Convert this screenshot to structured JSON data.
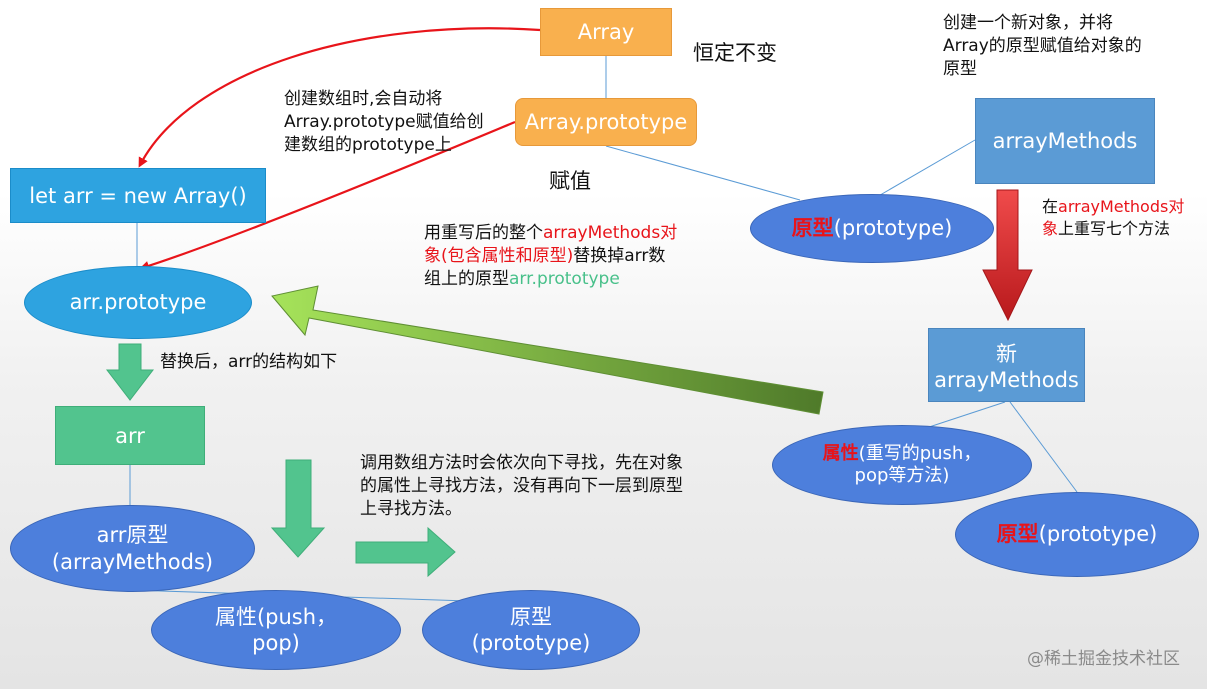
{
  "nodes": {
    "array": "Array",
    "array_prototype": "Array.prototype",
    "let_arr": "let arr = new Array()",
    "arr_prototype": "arr.prototype",
    "arr": "arr",
    "arr_proto_line1": "arr原型",
    "arr_proto_line2": "(arrayMethods)",
    "props_line1": "属性(push，",
    "props_line2": "pop)",
    "proto_line1": "原型",
    "proto_line2": "(prototype)",
    "array_methods": "arrayMethods",
    "rproto_red": "原型",
    "rproto_rest": "(prototype)",
    "new_array_methods": "新arrayMethods",
    "new_props_red": "属性",
    "new_props_rest": "(重写的push，",
    "new_props_line2": "pop等方法)",
    "new_proto_red": "原型",
    "new_proto_rest": "(prototype)"
  },
  "labels": {
    "constant": "恒定不变",
    "assign": "赋值",
    "create_arr_line1": "创建数组时,会自动将",
    "create_arr_line2": "Array.prototype赋值给创",
    "create_arr_line3": "建数组的prototype上",
    "create_obj_line1": "创建一个新对象，并将",
    "create_obj_line2": "Array的原型赋值给对象的",
    "create_obj_line3": "原型",
    "override_pre": "在",
    "override_red": "arrayMethods对",
    "override_red2": "象",
    "override_post": "上重写七个方法",
    "replace_pre": "用重写后的整个",
    "replace_red1": "arrayMethods对",
    "replace_red2": "象(包含属性和原型)",
    "replace_mid": "替换掉arr数",
    "replace_line3": "组上的原型",
    "replace_green": "arr.prototype",
    "after_replace": "替换后，arr的结构如下",
    "lookup_line1": "调用数组方法时会依次向下寻找，先在对象",
    "lookup_line2": "的属性上寻找方法，没有再向下一层到原型",
    "lookup_line3": "上寻找方法。",
    "watermark": "@稀土掘金技术社区"
  },
  "colors": {
    "box_blue": "#5b9bd5",
    "box_cyan": "#2ea3e0",
    "box_orange": "#f9b04e",
    "box_green": "#52c48e",
    "ellipse_blue": "#4d7fdc",
    "arrow_red": "#e8141a",
    "highlight_green": "#48c08a"
  }
}
